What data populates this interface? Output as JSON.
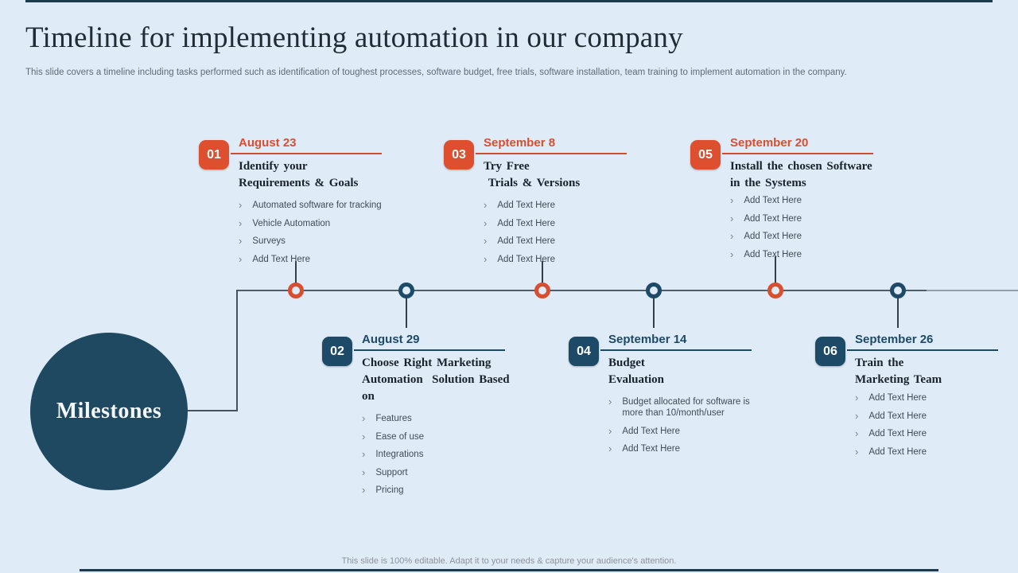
{
  "slide": {
    "title": "Timeline for implementing automation in our company",
    "subtitle": "This slide covers a timeline including tasks performed such as identification of toughest processes, software budget, free trials, software installation, team training to implement automation in the company.",
    "footer": "This slide is 100% editable. Adapt it to your needs & capture your audience's attention.",
    "hub_label": "Milestones"
  },
  "colors": {
    "background": "#dfebf7",
    "accent_orange": "#dd4f2e",
    "accent_navy": "#1d4a66",
    "timeline_line": "#4f5d68",
    "heading_text": "#19232b",
    "bullet_text": "#414c55"
  },
  "icons": {
    "bullet_chevron": "›"
  },
  "milestones": [
    {
      "number": "01",
      "date": "August 23",
      "accent": "orange",
      "position": "top",
      "heading_lines": [
        "Identify your",
        "Requirements & Goals"
      ],
      "bullets": [
        "Automated software for tracking",
        "Vehicle Automation",
        "Surveys",
        "Add Text Here"
      ]
    },
    {
      "number": "02",
      "date": "August 29",
      "accent": "navy",
      "position": "bottom",
      "heading_lines": [
        "Choose Right Marketing",
        "Automation  Solution Based on"
      ],
      "bullets": [
        "Features",
        "Ease of use",
        "Integrations",
        "Support",
        "Pricing"
      ]
    },
    {
      "number": "03",
      "date": "September 8",
      "accent": "orange",
      "position": "top",
      "heading_lines": [
        "Try Free",
        " Trials & Versions"
      ],
      "bullets": [
        "Add Text Here",
        "Add Text Here",
        "Add Text Here",
        "Add Text Here"
      ]
    },
    {
      "number": "04",
      "date": "September 14",
      "accent": "navy",
      "position": "bottom",
      "heading_lines": [
        "Budget",
        "Evaluation"
      ],
      "bullets": [
        "Budget allocated for software is more than 10/month/user",
        "Add Text Here",
        "Add Text Here"
      ]
    },
    {
      "number": "05",
      "date": "September 20",
      "accent": "orange",
      "position": "top",
      "heading_lines": [
        "Install the chosen Software",
        "in the Systems"
      ],
      "bullets": [
        "Add Text Here",
        "Add Text Here",
        "Add Text Here",
        "Add Text Here"
      ]
    },
    {
      "number": "06",
      "date": "September 26",
      "accent": "navy",
      "position": "bottom",
      "heading_lines": [
        "Train the",
        "Marketing Team"
      ],
      "bullets": [
        "Add Text Here",
        "Add Text Here",
        "Add Text Here",
        "Add Text Here"
      ]
    }
  ]
}
